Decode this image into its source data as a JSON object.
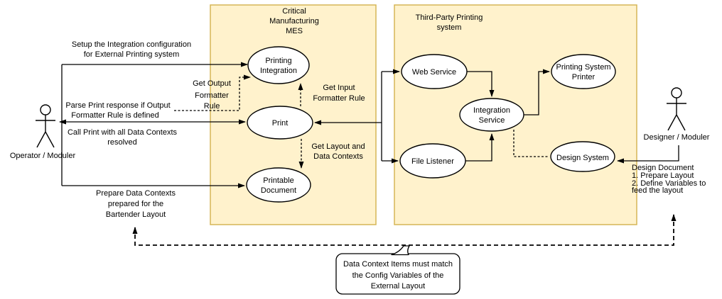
{
  "colors": {
    "container_fill": "#FFF2CC",
    "container_stroke": "#D6B656",
    "node_fill": "#FFFFFF",
    "line_color": "#000000"
  },
  "containers": {
    "mes": {
      "title_lines": [
        "Critical",
        "Manufacturing",
        "MES"
      ]
    },
    "third_party": {
      "title_lines": [
        "Third-Party Printing",
        "system"
      ]
    }
  },
  "actors": {
    "operator": {
      "label": "Operator / Moduler"
    },
    "designer": {
      "label": "Designer / Moduler"
    }
  },
  "nodes": {
    "printing_integration": {
      "lines": [
        "Printing",
        "Integration"
      ]
    },
    "print": {
      "lines": [
        "Print"
      ]
    },
    "printable_document": {
      "lines": [
        "Printable",
        "Document"
      ]
    },
    "web_service": {
      "lines": [
        "Web Service"
      ]
    },
    "file_listener": {
      "lines": [
        "File Listener"
      ]
    },
    "integration_service": {
      "lines": [
        "Integration",
        "Service"
      ]
    },
    "printing_system_printer": {
      "lines": [
        "Printing System",
        "Printer"
      ]
    },
    "design_system": {
      "lines": [
        "Design System"
      ]
    }
  },
  "edge_labels": {
    "setup": {
      "lines": [
        "Setup the Integration configuration",
        "for External Printing system"
      ]
    },
    "parse": {
      "lines": [
        "Parse Print response if Output",
        "Formatter Rule is defined"
      ]
    },
    "call": {
      "lines": [
        "Call Print with all Data Contexts",
        "resolved"
      ]
    },
    "prepare": {
      "lines": [
        "Prepare Data Contexts",
        "prepared for the",
        "Bartender Layout"
      ]
    },
    "get_output": {
      "lines": [
        "Get Output",
        "Formatter",
        "Rule"
      ]
    },
    "get_input": {
      "lines": [
        "Get Input",
        "Formatter Rule"
      ]
    },
    "get_layout": {
      "lines": [
        "Get Layout and",
        "Data Contexts"
      ]
    },
    "design_document": {
      "lines": [
        "Design Document",
        "1. Prepare Layout",
        "2. Define Variables to",
        "feed the layout"
      ]
    }
  },
  "callout": {
    "lines": [
      "Data Context Items must match",
      "the Config Variables of the",
      "External Layout"
    ]
  }
}
